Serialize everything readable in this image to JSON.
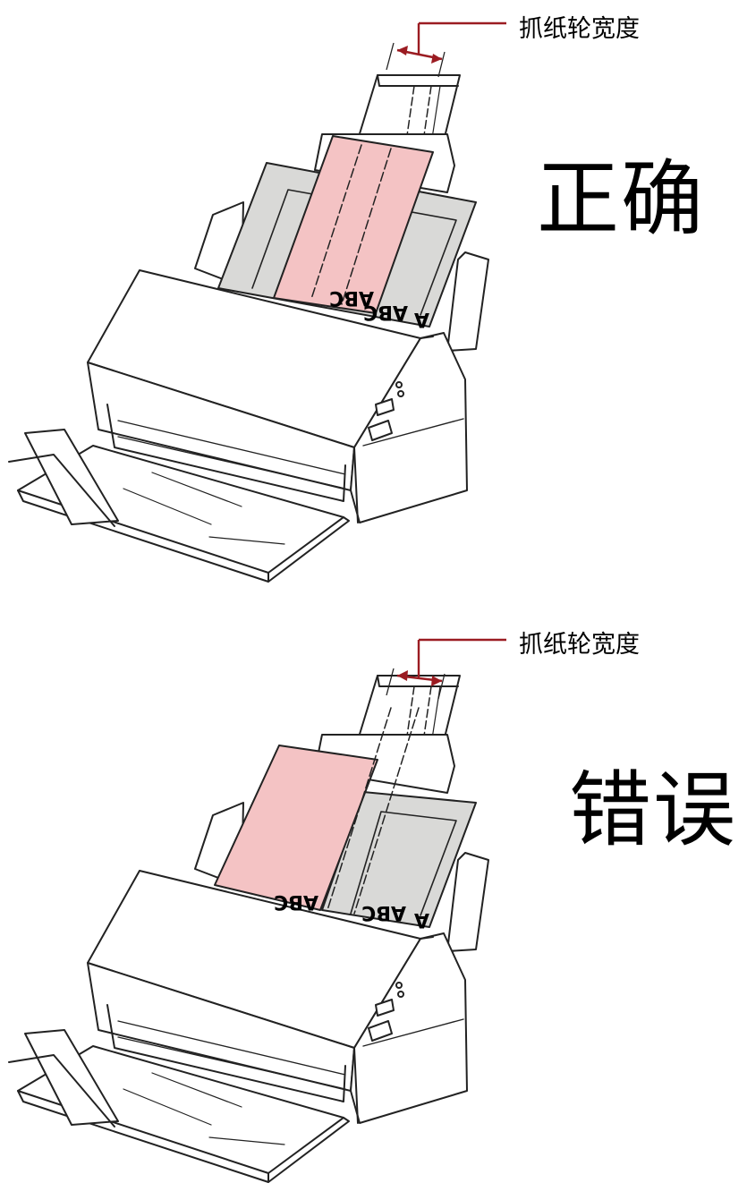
{
  "panels": [
    {
      "id": "correct",
      "callout_label": "抓纸轮宽度",
      "verdict": "正确",
      "sheet_texts": [
        "ABC",
        "ABC",
        "A"
      ]
    },
    {
      "id": "incorrect",
      "callout_label": "抓纸轮宽度",
      "verdict": "错误",
      "sheet_texts": [
        "ABC",
        "ABC",
        "A"
      ]
    }
  ],
  "colors": {
    "outline": "#222222",
    "arrow": "#9b1c22",
    "highlight_sheet": "#f4c3c4",
    "gray_sheet": "#d9d9d7",
    "scanner_body": "#ffffff"
  }
}
